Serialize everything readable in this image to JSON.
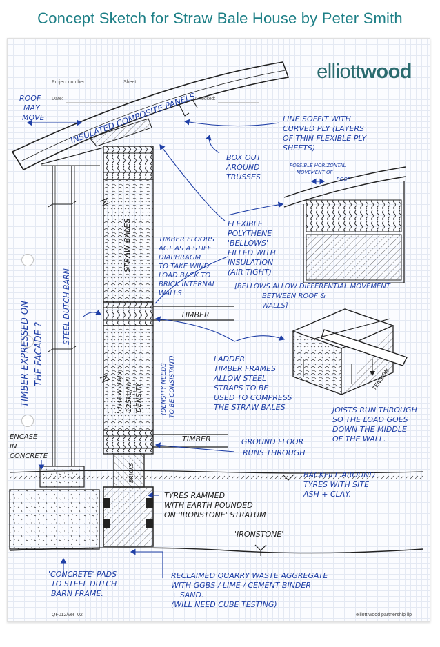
{
  "title": "Concept Sketch for Straw Bale House by Peter Smith",
  "sheet_header": {
    "project_number": "Project number:",
    "sheet": "Sheet:",
    "date": "Date:",
    "checked": "Checked:",
    "logo_light": "elliott",
    "logo_bold": "wood"
  },
  "footer": {
    "form_ref": "QF012/ver_02",
    "company": "elliott wood partnership llp"
  },
  "annotations": {
    "roof_may_move": [
      "ROOF",
      "MAY",
      "MOVE"
    ],
    "insulated_panels": "INSULATED COMPOSITE PANELS",
    "line_soffit": [
      "LINE SOFFIT WITH",
      "CURVED PLY (LAYERS",
      "OF THIN FLEXIBLE PLY",
      "SHEETS)"
    ],
    "box_out": [
      "BOX OUT",
      "AROUND",
      "TRUSSES"
    ],
    "possible_movement": [
      "POSSIBLE HORIZONTAL",
      "MOVEMENT OF",
      "ROOF"
    ],
    "straw_bales_upper": "STRAW BALES",
    "steel_dutch_barn": "STEEL DUTCH BARN",
    "timber_floors": [
      "TIMBER FLOORS",
      "ACT AS A STIFF",
      "DIAPHRAGM",
      "TO TAKE WIND",
      "LOAD BACK TO",
      "BRICK INTERNAL",
      "WALLS"
    ],
    "flexible_polythene": [
      "FLEXIBLE",
      "POLYTHENE",
      "'BELLOWS'",
      "FILLED WITH",
      "INSULATION",
      "(AIR TIGHT)"
    ],
    "bellows_allow": [
      "[BELLOWS ALLOW DIFFERENTIAL MOVEMENT",
      "BETWEEN ROOF &",
      "WALLS]"
    ],
    "timber_upper": "TIMBER",
    "timber_expressed": [
      "TIMBER EXPRESSED ON",
      "THE FACADE ?"
    ],
    "straw_bales_lower": [
      "STRAW BALES",
      "125kg/m³",
      "DENSITY"
    ],
    "density_note": [
      "(DENSITY NEEDS",
      "TO BE CONSISTANT)"
    ],
    "ladder_frames": [
      "LADDER",
      "TIMBER FRAMES",
      "ALLOW STEEL",
      "STRAPS TO BE",
      "USED TO COMPRESS",
      "THE STRAW BALES"
    ],
    "tension": "TENSION",
    "joists_run": [
      "JOISTS RUN THROUGH",
      "SO THE LOAD GOES",
      "DOWN THE MIDDLE",
      "OF THE WALL."
    ],
    "timber_lower": "TIMBER",
    "encase_in_concrete": [
      "ENCASE",
      "IN",
      "CONCRETE"
    ],
    "ground_floor": [
      "GROUND FLOOR",
      "RUNS THROUGH"
    ],
    "bricks": "BRICKS",
    "backfill": [
      "BACKFILL AROUND",
      "TYRES WITH SITE",
      "ASH + CLAY."
    ],
    "tyres_rammed": [
      "TYRES RAMMED",
      "WITH EARTH POUNDED",
      "ON 'IRONSTONE' STRATUM"
    ],
    "ironstone": "'IRONSTONE'",
    "concrete_pads": [
      "'CONCRETE' PADS",
      "TO STEEL DUTCH",
      "BARN FRAME."
    ],
    "reclaimed": [
      "RECLAIMED QUARRY WASTE AGGREGATE",
      "WITH GGBS / LIME / CEMENT BINDER",
      "+ SAND.",
      "(WILL NEED CUBE TESTING)"
    ]
  }
}
